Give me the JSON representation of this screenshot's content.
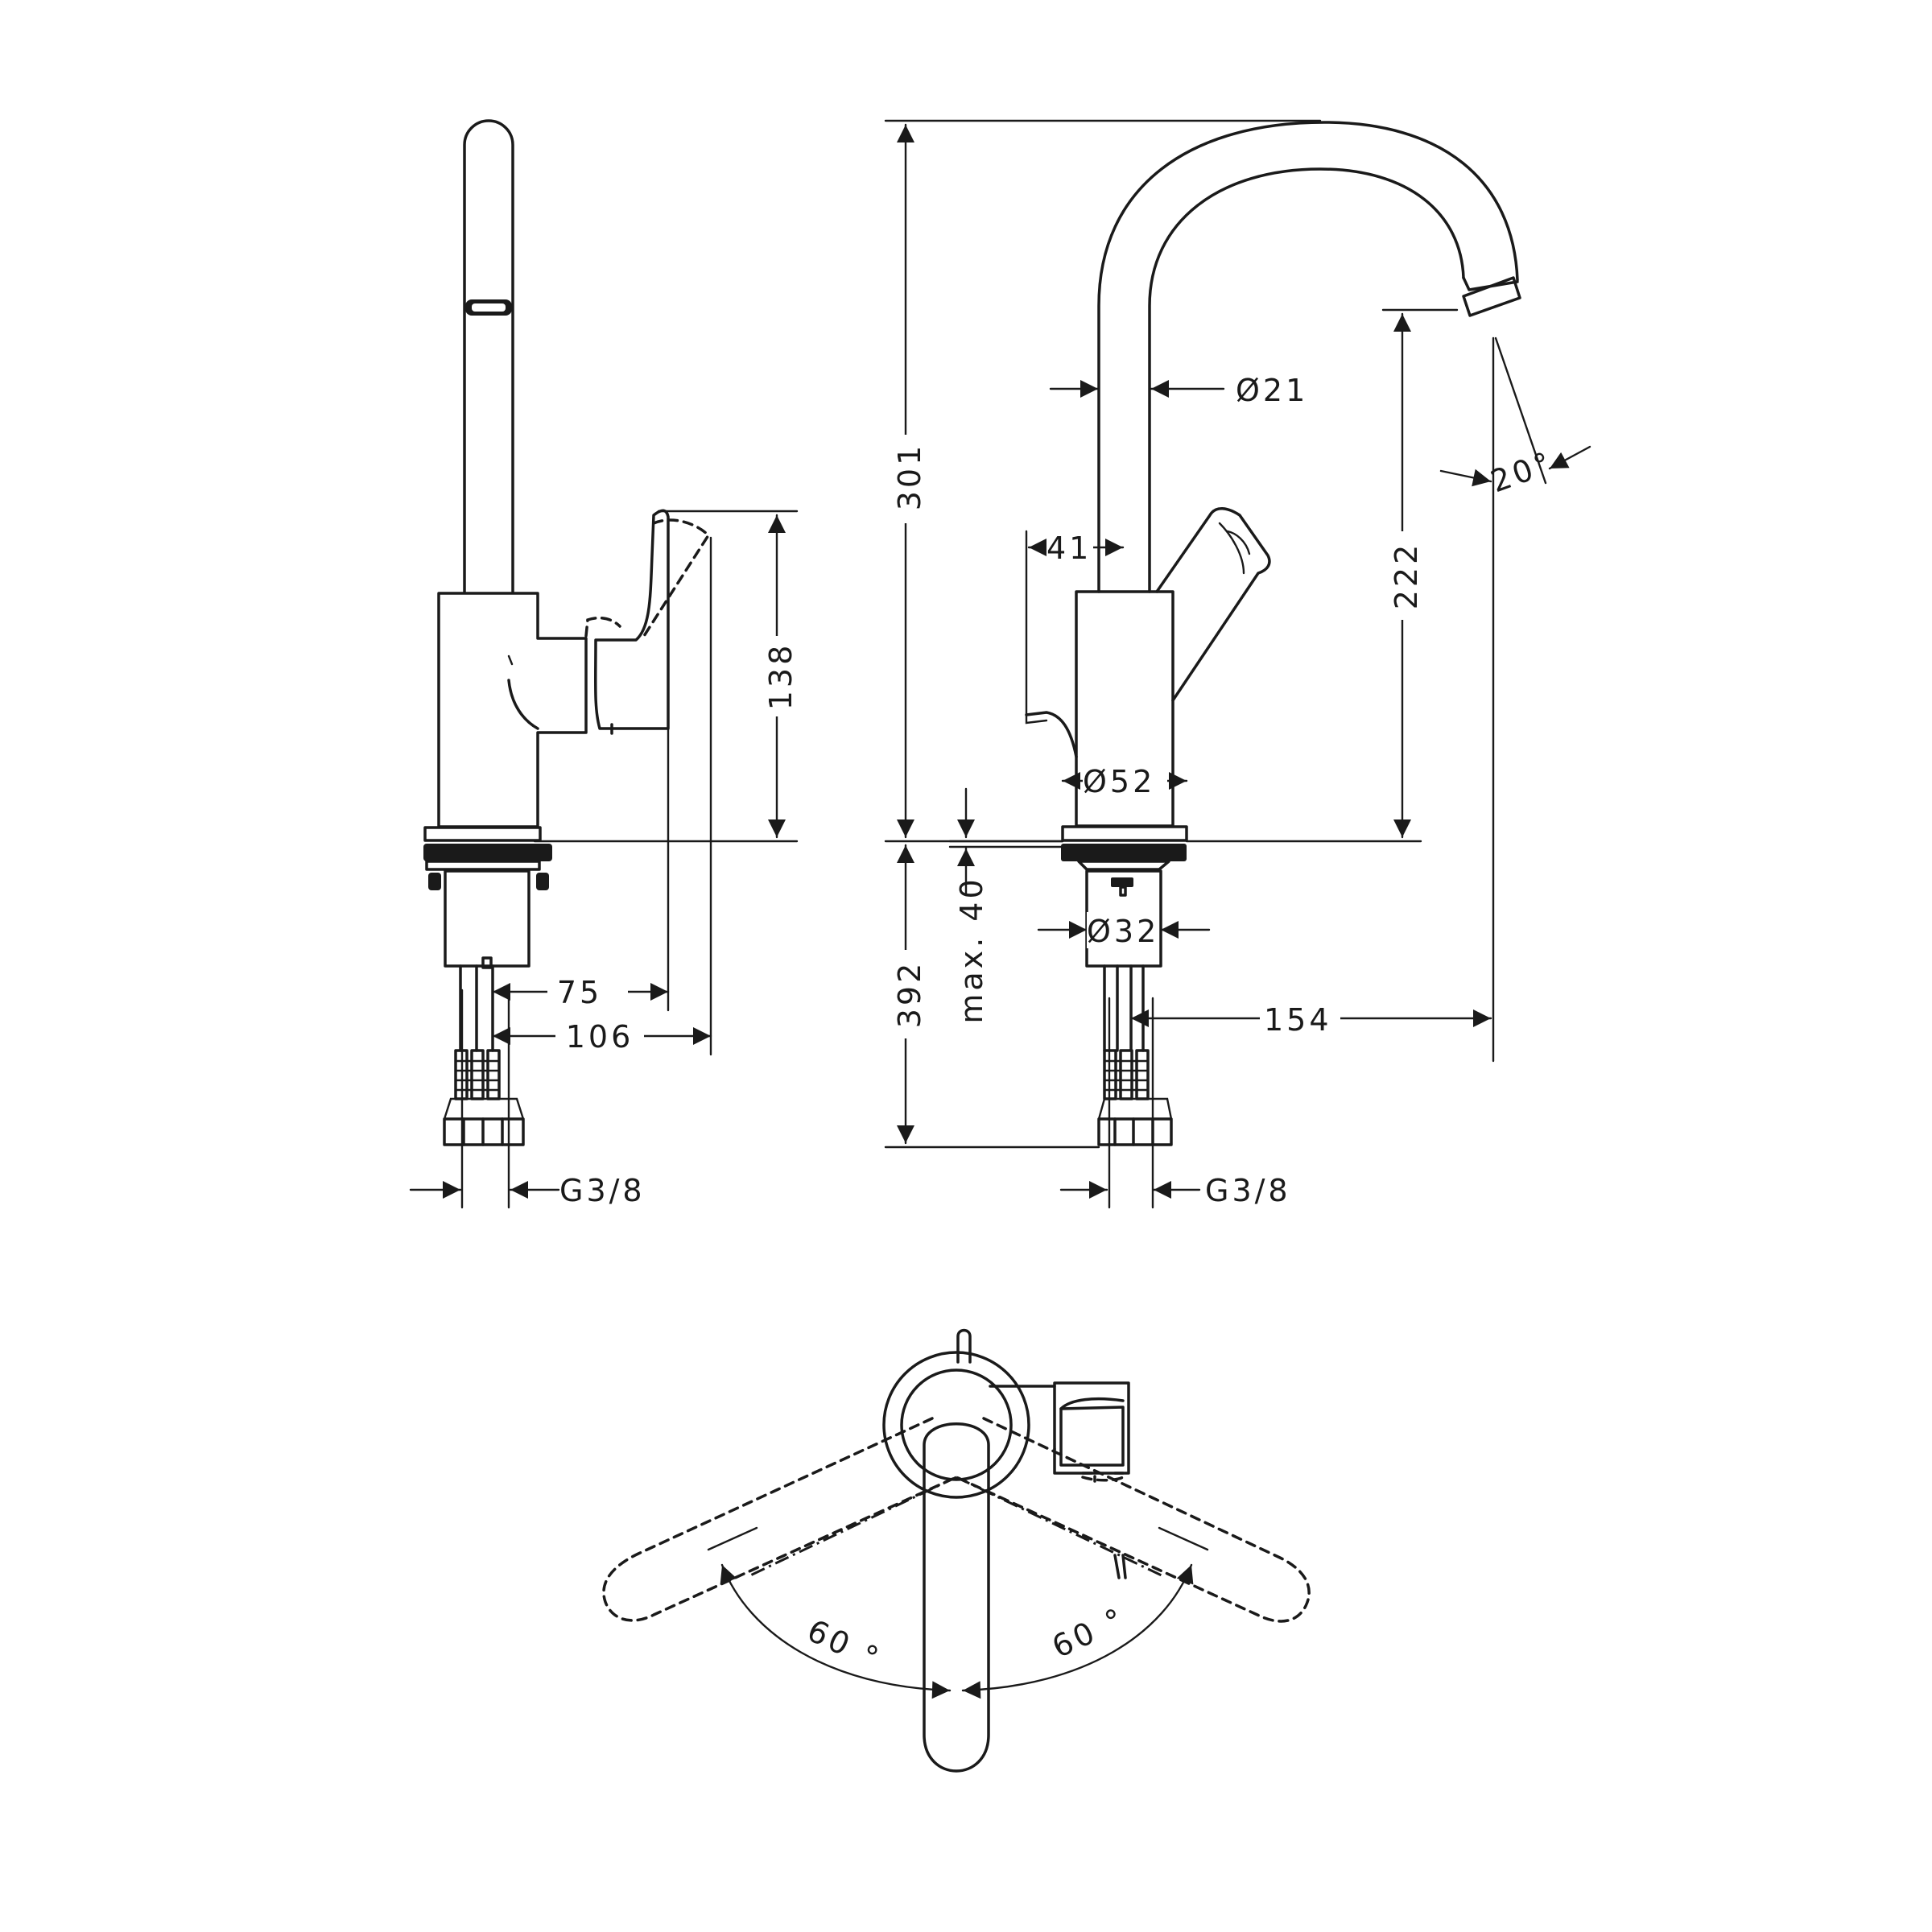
{
  "dimensions": {
    "side_view": {
      "height_138": "138",
      "reach_75": "75",
      "reach_106": "106",
      "thread": "G3/8"
    },
    "front_view": {
      "height_301": "301",
      "spout_diameter": "Ø21",
      "angle_20": "20°",
      "handle_41": "41",
      "height_222": "222",
      "base_diameter": "Ø52",
      "max_40": "max. 40",
      "shank_diameter": "Ø32",
      "height_392": "392",
      "reach_154": "154",
      "thread": "G3/8"
    },
    "top_view": {
      "angle_left": "60 °",
      "angle_right": "60 °"
    }
  }
}
